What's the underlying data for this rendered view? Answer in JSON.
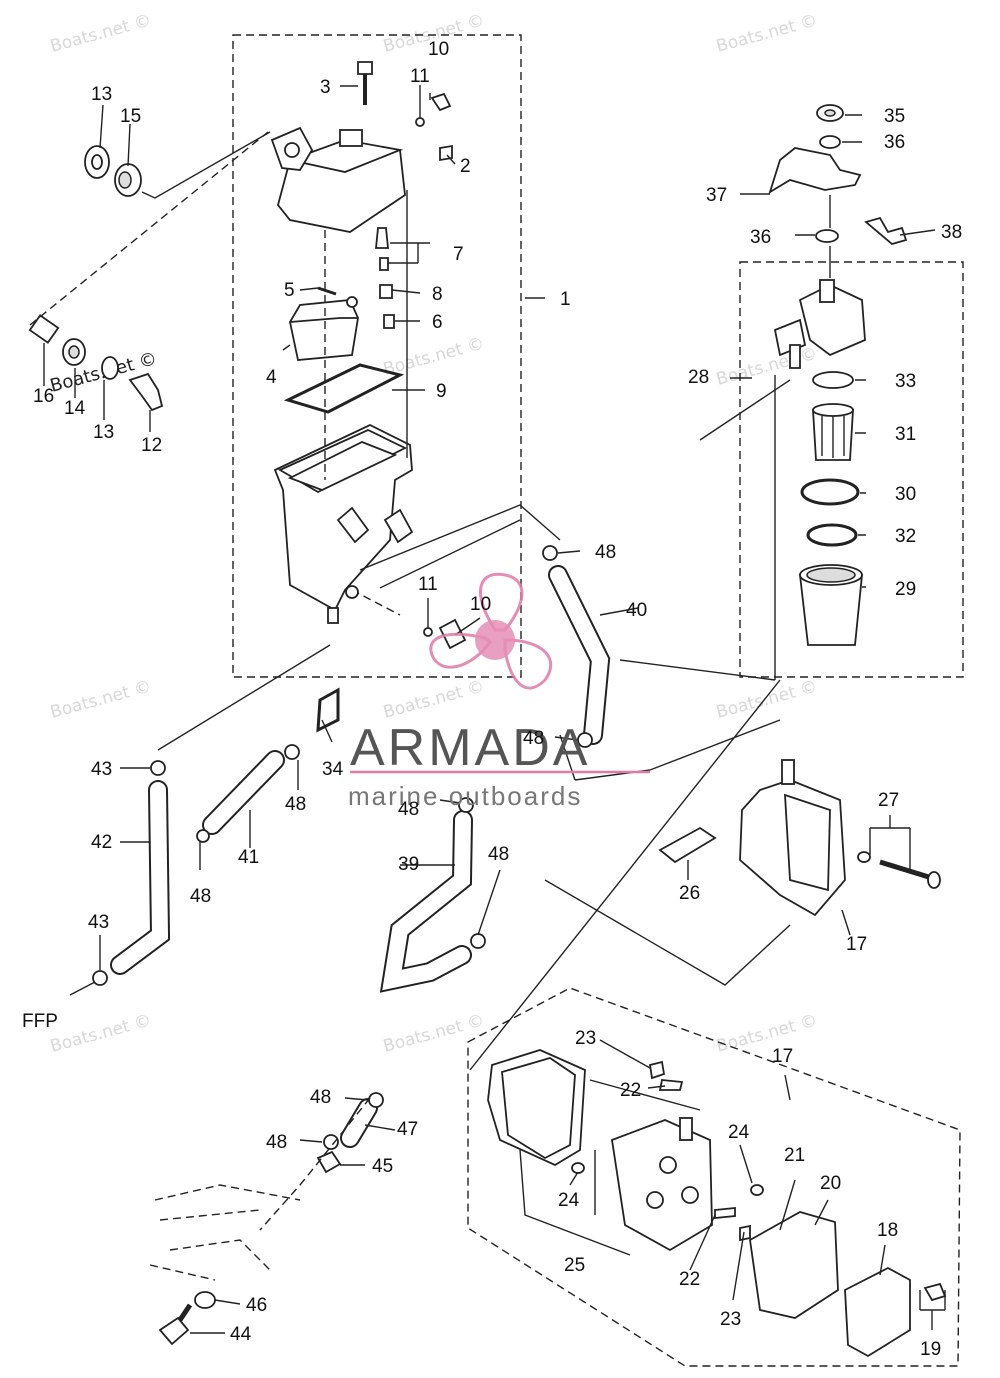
{
  "watermarks": [
    {
      "text": "Boats.net ©"
    },
    {
      "text": "Boats.net ©"
    },
    {
      "text": "Boats.net ©"
    },
    {
      "text": "Boats.net ©"
    },
    {
      "text": "Boats.net ©"
    },
    {
      "text": "Boats.net ©"
    },
    {
      "text": "Boats.net ©"
    },
    {
      "text": "Boats.net ©"
    },
    {
      "text": "Boats.net ©"
    },
    {
      "text": "Boats.net ©"
    },
    {
      "text": "Boats.net ©"
    },
    {
      "text": "Boats.net ©"
    }
  ],
  "logo": {
    "brand": "ARMADA",
    "tagline": "marine outboards",
    "accent_color": "#e07aa8"
  },
  "labels": {
    "p1": "1",
    "p2": "2",
    "p3": "3",
    "p4": "4",
    "p5": "5",
    "p6": "6",
    "p7": "7",
    "p8": "8",
    "p9": "9",
    "p10a": "10",
    "p10b": "10",
    "p11a": "11",
    "p11b": "11",
    "p12": "12",
    "p13a": "13",
    "p13b": "13",
    "p14": "14",
    "p15": "15",
    "p16": "16",
    "p17a": "17",
    "p17b": "17",
    "p18": "18",
    "p19": "19",
    "p20": "20",
    "p21": "21",
    "p22a": "22",
    "p22b": "22",
    "p23a": "23",
    "p23b": "23",
    "p24a": "24",
    "p24b": "24",
    "p25": "25",
    "p26": "26",
    "p27": "27",
    "p28": "28",
    "p29": "29",
    "p30": "30",
    "p31": "31",
    "p32": "32",
    "p33": "33",
    "p34": "34",
    "p35": "35",
    "p36a": "36",
    "p36b": "36",
    "p37": "37",
    "p38": "38",
    "p39": "39",
    "p40": "40",
    "p41": "41",
    "p42": "42",
    "p43a": "43",
    "p43b": "43",
    "p44": "44",
    "p45": "45",
    "p46": "46",
    "p47": "47",
    "p48a": "48",
    "p48b": "48",
    "p48c": "48",
    "p48d": "48",
    "p48e": "48",
    "p48f": "48",
    "p48g": "48",
    "p48h": "48",
    "ffp": "FFP"
  }
}
